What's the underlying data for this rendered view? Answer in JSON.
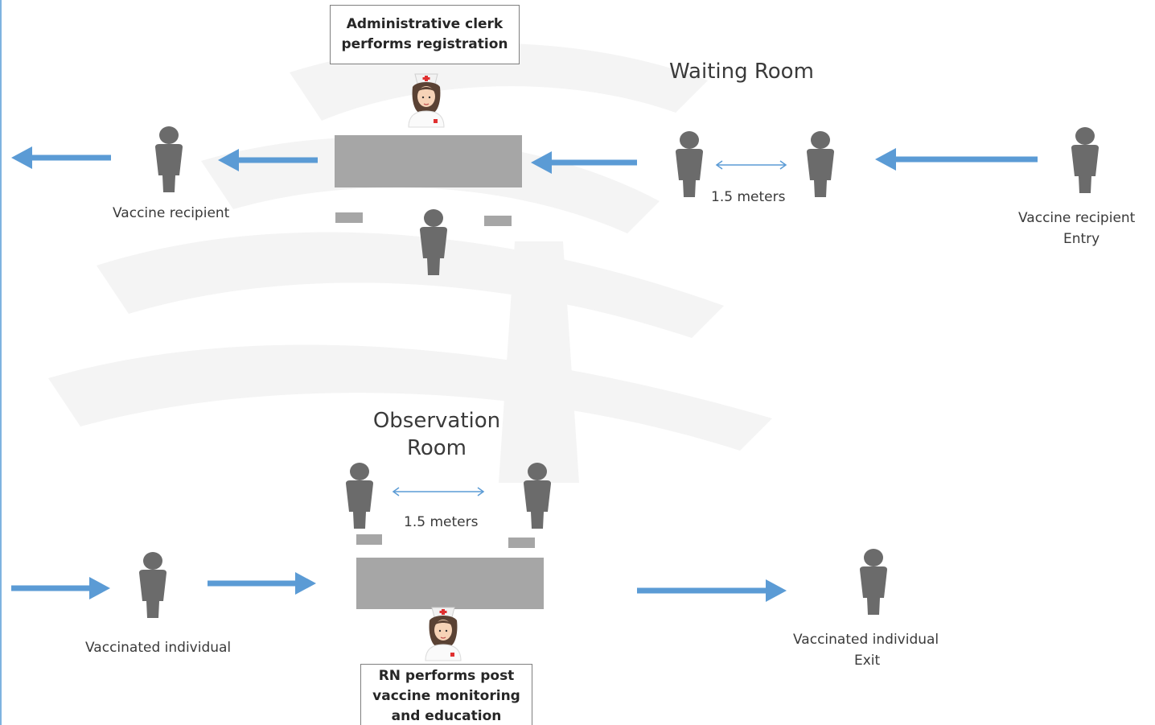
{
  "boxes": {
    "clerk": "Administrative clerk\nperforms registration",
    "rn": "RN performs post\nvaccine monitoring\nand education"
  },
  "rooms": {
    "waiting": "Waiting Room",
    "observation": "Observation\nRoom"
  },
  "labels": {
    "vaccine_recipient": "Vaccine recipient",
    "distance_top": "1.5 meters",
    "recipient_entry_line1": "Vaccine recipient",
    "recipient_entry_line2": "Entry",
    "distance_bottom": "1.5 meters",
    "vaccinated_individual": "Vaccinated individual",
    "exit_line1": "Vaccinated individual",
    "exit_line2": "Exit"
  },
  "icons": [
    "person-icon",
    "nurse-icon",
    "desk",
    "chair",
    "flow-arrow",
    "distance-arrow"
  ],
  "colors": {
    "arrow": "#5b9bd5",
    "person": "#6b6b6b",
    "desk": "#a6a6a6",
    "text": "#3a3a3a",
    "watermark": "#f4f4f4"
  }
}
